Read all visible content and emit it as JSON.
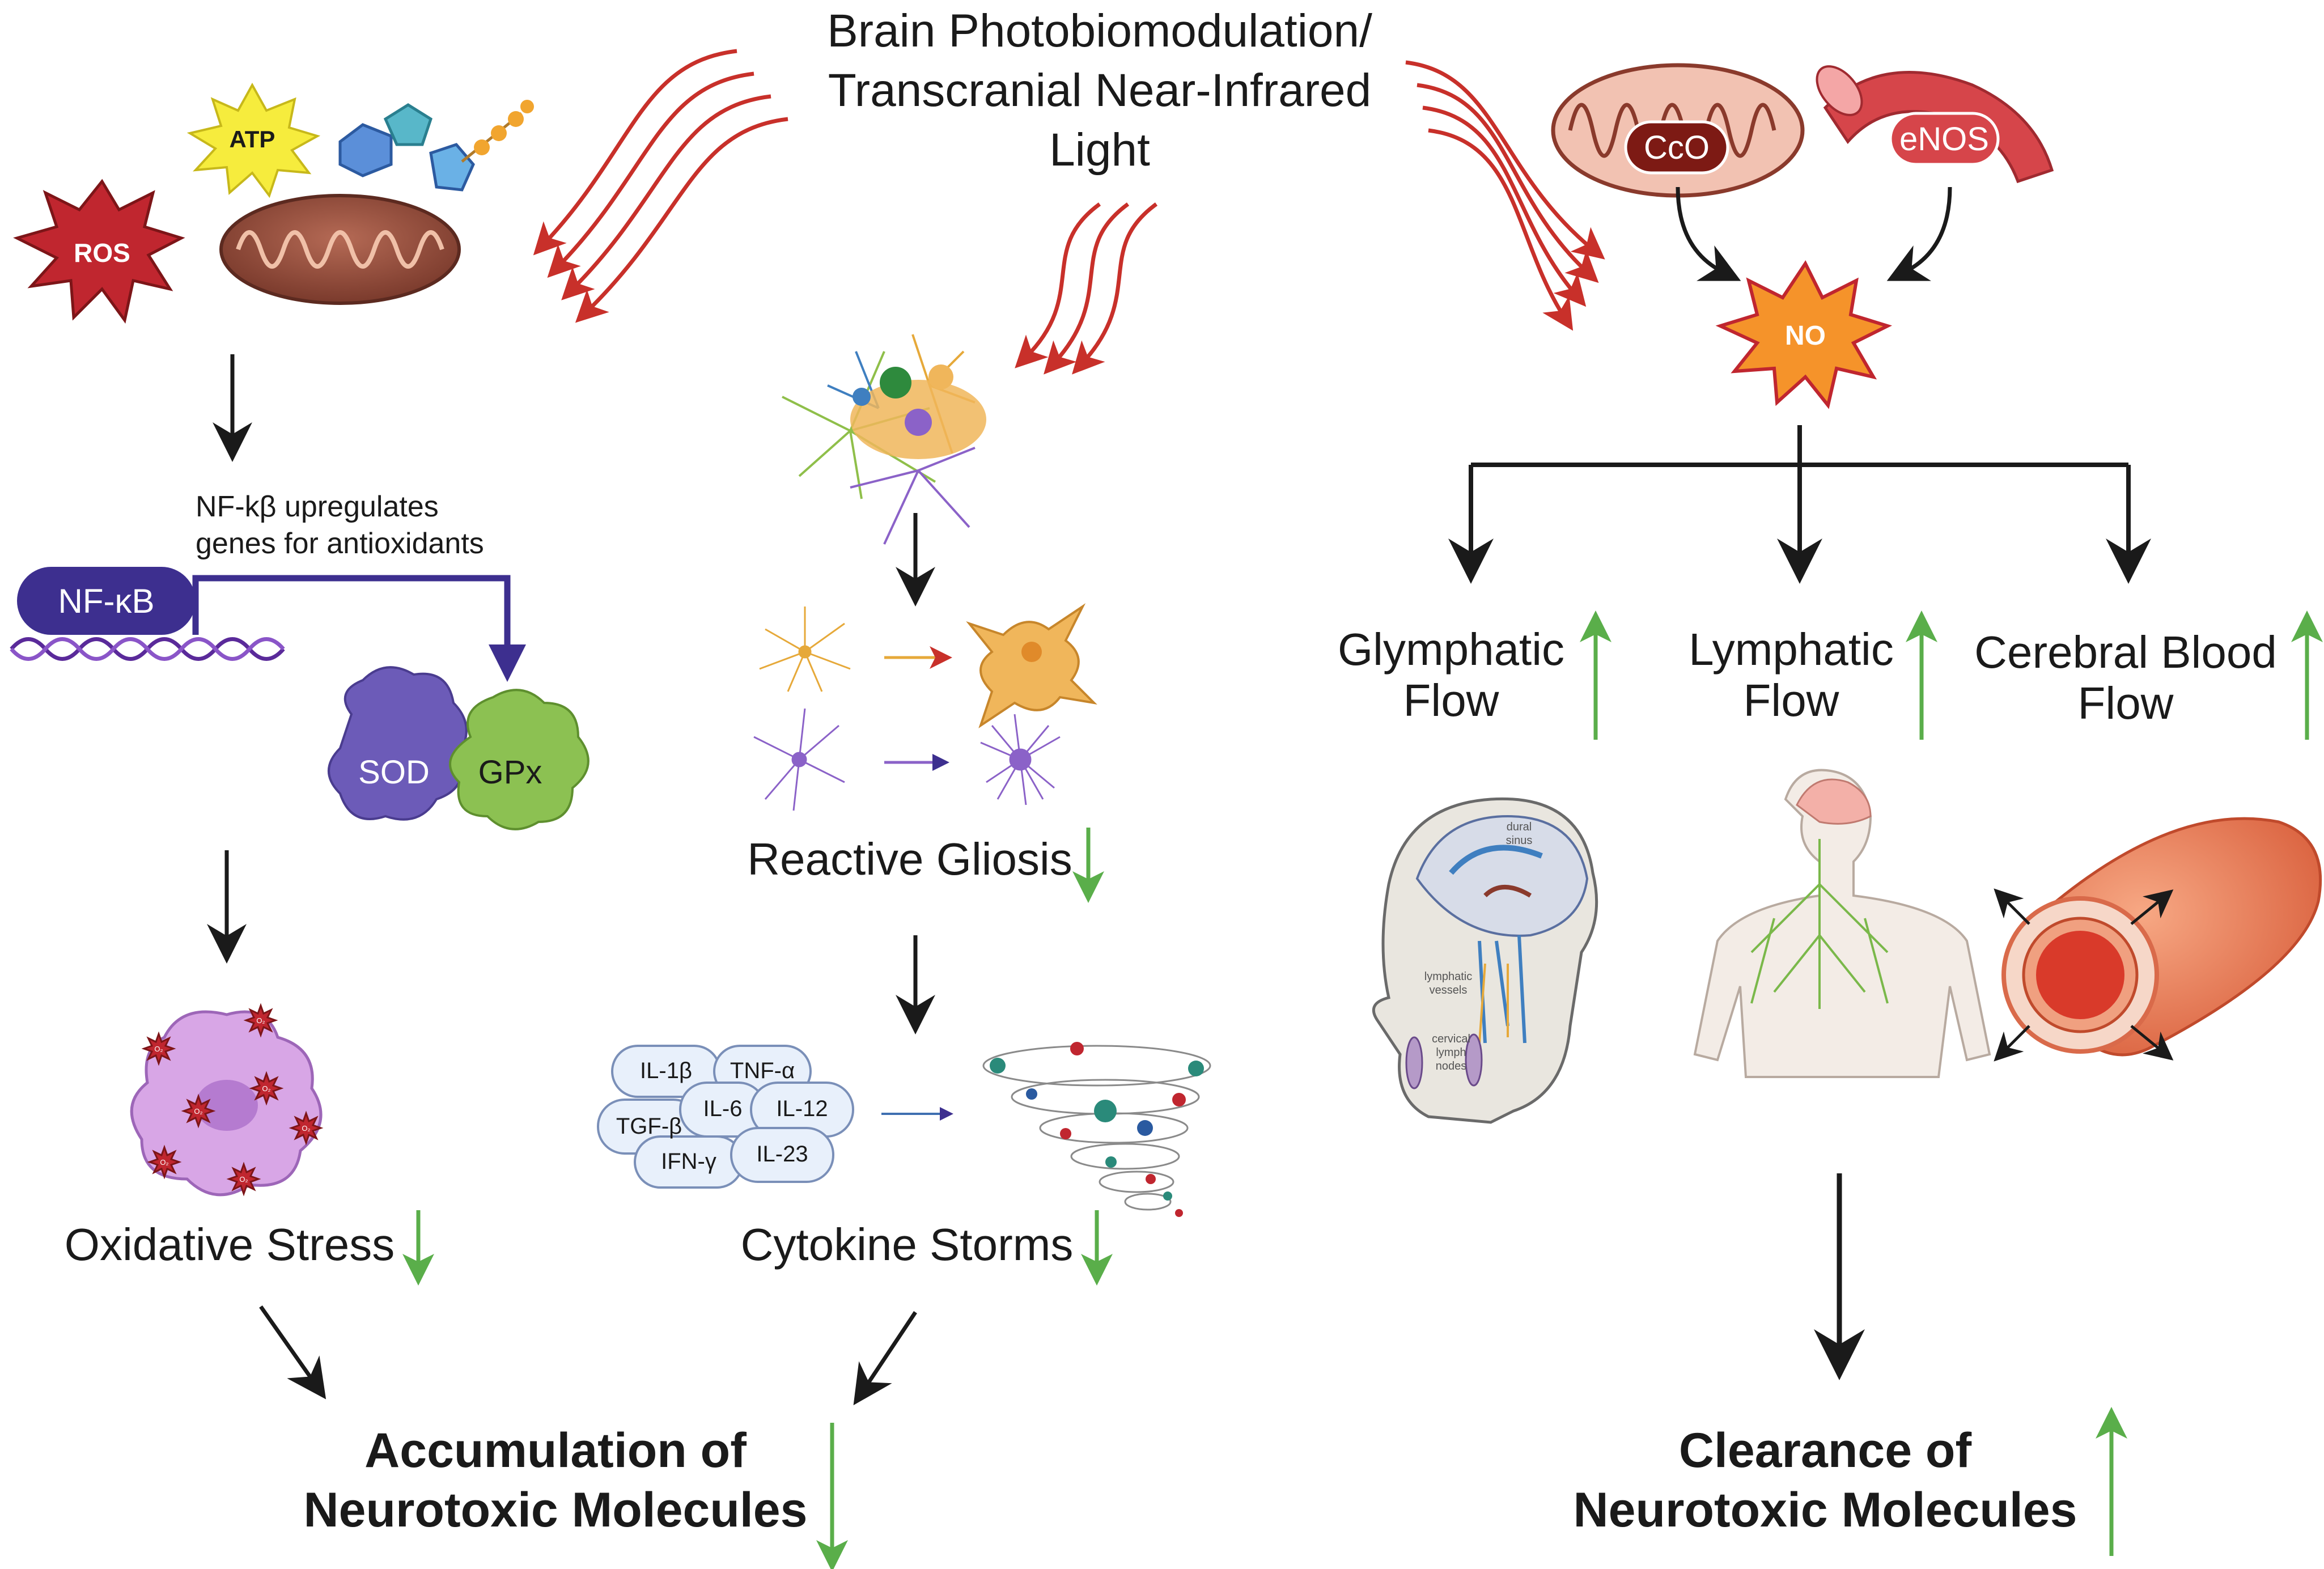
{
  "title": {
    "line1": "Brain Photobiomodulation/",
    "line2": "Transcranial Near-Infrared",
    "line3": "Light"
  },
  "left": {
    "ros": "ROS",
    "atp": "ATP",
    "nfkb_note_1": "NF-kβ upregulates",
    "nfkb_note_2": "genes for antioxidants",
    "nfkb": "NF-κB",
    "sod": "SOD",
    "gpx": "GPx",
    "oxidative_stress": "Oxidative Stress",
    "o2": "O₂"
  },
  "middle": {
    "reactive_gliosis": "Reactive Gliosis",
    "cytokines": [
      "IL-1β",
      "TNF-α",
      "IL-6",
      "IL-12",
      "TGF-β",
      "IL-23",
      "IFN-γ"
    ],
    "cytokine_storms": "Cytokine Storms"
  },
  "right": {
    "cco": "CcO",
    "enos": "eNOS",
    "no": "NO",
    "glymphatic_1": "Glymphatic",
    "glymphatic_2": "Flow",
    "lymphatic_1": "Lymphatic",
    "lymphatic_2": "Flow",
    "cerebral_1": "Cerebral Blood",
    "cerebral_2": "Flow",
    "dural_sinus_1": "dural",
    "dural_sinus_2": "sinus",
    "lymphatic_vessels_1": "lymphatic",
    "lymphatic_vessels_2": "vessels",
    "cervical_1": "cervical",
    "cervical_2": "lymph",
    "cervical_3": "nodes"
  },
  "outcomes": {
    "accumulation_1": "Accumulation of",
    "accumulation_2": "Neurotoxic Molecules",
    "clearance_1": "Clearance of",
    "clearance_2": "Neurotoxic Molecules"
  },
  "colors": {
    "arrow_up_down": "#5aae4a",
    "light_waves": "#c8302a",
    "black_arrow": "#1a1a1a",
    "nfkb_purple": "#3d2f8f"
  }
}
